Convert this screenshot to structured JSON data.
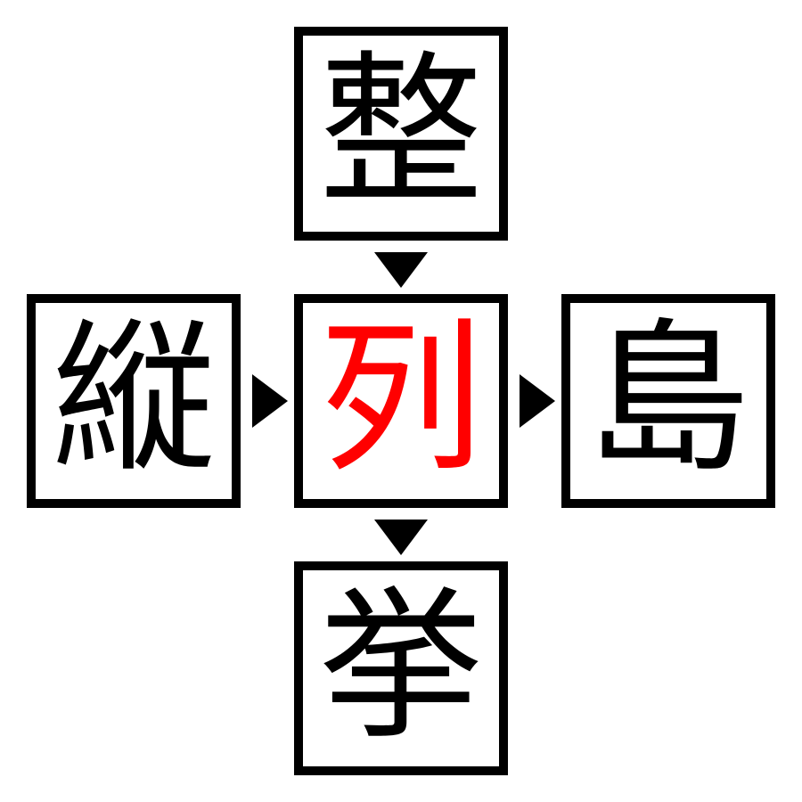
{
  "puzzle": {
    "type": "kanji-crossword",
    "cells": {
      "top": {
        "char": "整",
        "color": "#000000"
      },
      "left": {
        "char": "縦",
        "color": "#000000"
      },
      "center": {
        "char": "列",
        "color": "#ff0000"
      },
      "right": {
        "char": "島",
        "color": "#000000"
      },
      "bottom": {
        "char": "挙",
        "color": "#000000"
      }
    },
    "arrows": [
      {
        "from": "top",
        "to": "center",
        "direction": "down",
        "icon": "triangle-down-icon"
      },
      {
        "from": "center",
        "to": "bottom",
        "direction": "down",
        "icon": "triangle-down-icon"
      },
      {
        "from": "left",
        "to": "center",
        "direction": "right",
        "icon": "triangle-right-icon"
      },
      {
        "from": "center",
        "to": "right",
        "direction": "right",
        "icon": "triangle-right-icon"
      }
    ],
    "words": [
      "整列",
      "列挙",
      "縦列",
      "列島"
    ],
    "colors": {
      "border": "#000000",
      "background": "#ffffff",
      "highlight": "#ff0000"
    }
  }
}
